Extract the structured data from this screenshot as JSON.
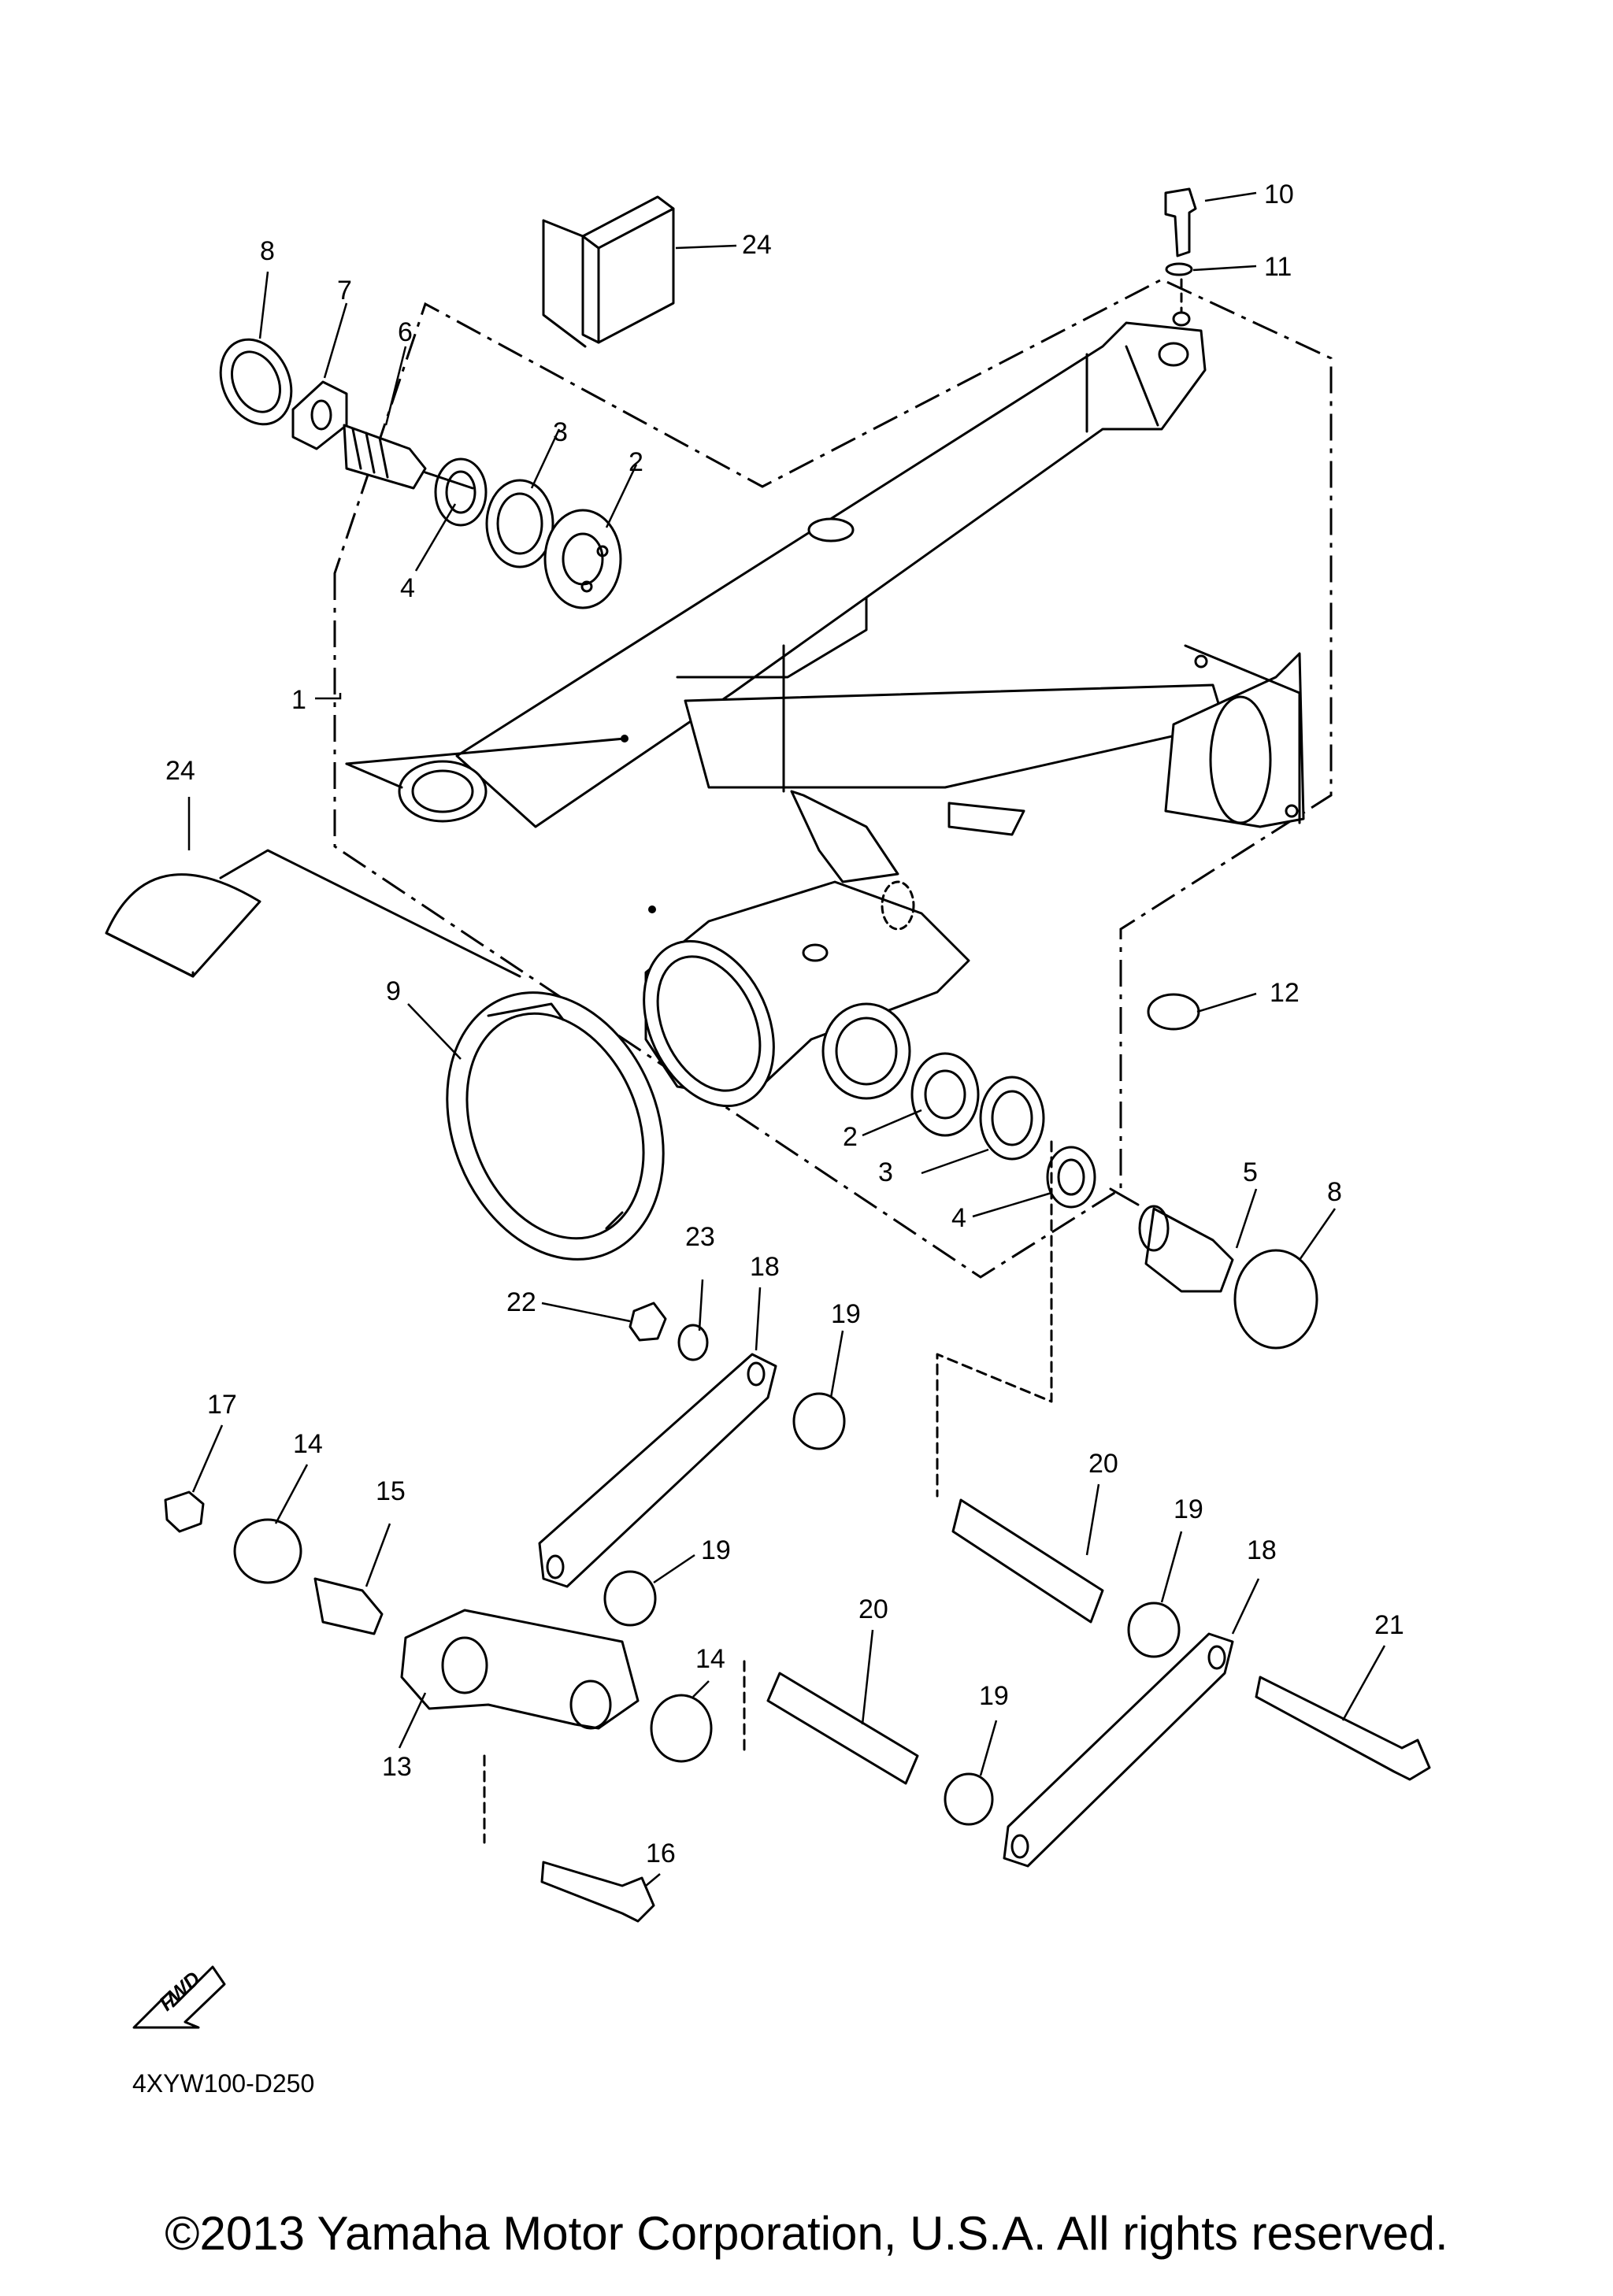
{
  "diagram": {
    "figure_code": "4XYW100-D250",
    "fwd_label": "FWD",
    "copyright": "©2013 Yamaha Motor Corporation, U.S.A. All rights reserved.",
    "callouts": [
      {
        "id": "c10",
        "text": "10"
      },
      {
        "id": "c11",
        "text": "11"
      },
      {
        "id": "c24a",
        "text": "24"
      },
      {
        "id": "c8a",
        "text": "8"
      },
      {
        "id": "c7",
        "text": "7"
      },
      {
        "id": "c6",
        "text": "6"
      },
      {
        "id": "c3a",
        "text": "3"
      },
      {
        "id": "c2a",
        "text": "2"
      },
      {
        "id": "c4a",
        "text": "4"
      },
      {
        "id": "c1",
        "text": "1"
      },
      {
        "id": "c24b",
        "text": "24"
      },
      {
        "id": "c9",
        "text": "9"
      },
      {
        "id": "c12",
        "text": "12"
      },
      {
        "id": "c2b",
        "text": "2"
      },
      {
        "id": "c3b",
        "text": "3"
      },
      {
        "id": "c4b",
        "text": "4"
      },
      {
        "id": "c5",
        "text": "5"
      },
      {
        "id": "c8b",
        "text": "8"
      },
      {
        "id": "c23",
        "text": "23"
      },
      {
        "id": "c22",
        "text": "22"
      },
      {
        "id": "c18a",
        "text": "18"
      },
      {
        "id": "c19a",
        "text": "19"
      },
      {
        "id": "c17",
        "text": "17"
      },
      {
        "id": "c14a",
        "text": "14"
      },
      {
        "id": "c15",
        "text": "15"
      },
      {
        "id": "c20a",
        "text": "20"
      },
      {
        "id": "c19b",
        "text": "19"
      },
      {
        "id": "c19c",
        "text": "19"
      },
      {
        "id": "c18b",
        "text": "18"
      },
      {
        "id": "c20b",
        "text": "20"
      },
      {
        "id": "c14b",
        "text": "14"
      },
      {
        "id": "c21",
        "text": "21"
      },
      {
        "id": "c19d",
        "text": "19"
      },
      {
        "id": "c13",
        "text": "13"
      },
      {
        "id": "c16",
        "text": "16"
      }
    ]
  }
}
